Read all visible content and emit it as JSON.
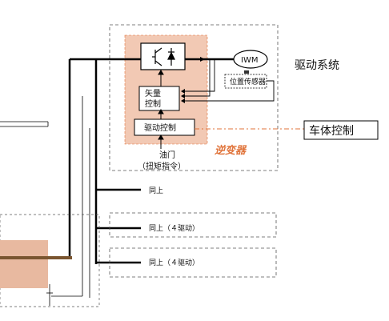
{
  "labels": {
    "iwm": "IWM",
    "pos_sensor": "位置传感器",
    "vector_1": "矢量",
    "vector_2": "控制",
    "drive_ctrl": "驱动控制",
    "throttle_1": "油门",
    "throttle_2": "（扭矩指令）",
    "inverter": "逆变器",
    "drive_system": "驱动系统",
    "vehicle_ctrl": "车体控制",
    "same1": "同上",
    "same2": "同上（４驱动）",
    "same3": "同上（４驱动）"
  },
  "colors": {
    "inverter_fill": "#f2c9b4",
    "inverter_text": "#e0733a",
    "dash_orange": "#e0733a",
    "line": "#000000",
    "left_fill": "#e8b9a0",
    "left_bar": "#7a5530"
  },
  "icons": {
    "igbt": "igbt-switch-icon"
  }
}
